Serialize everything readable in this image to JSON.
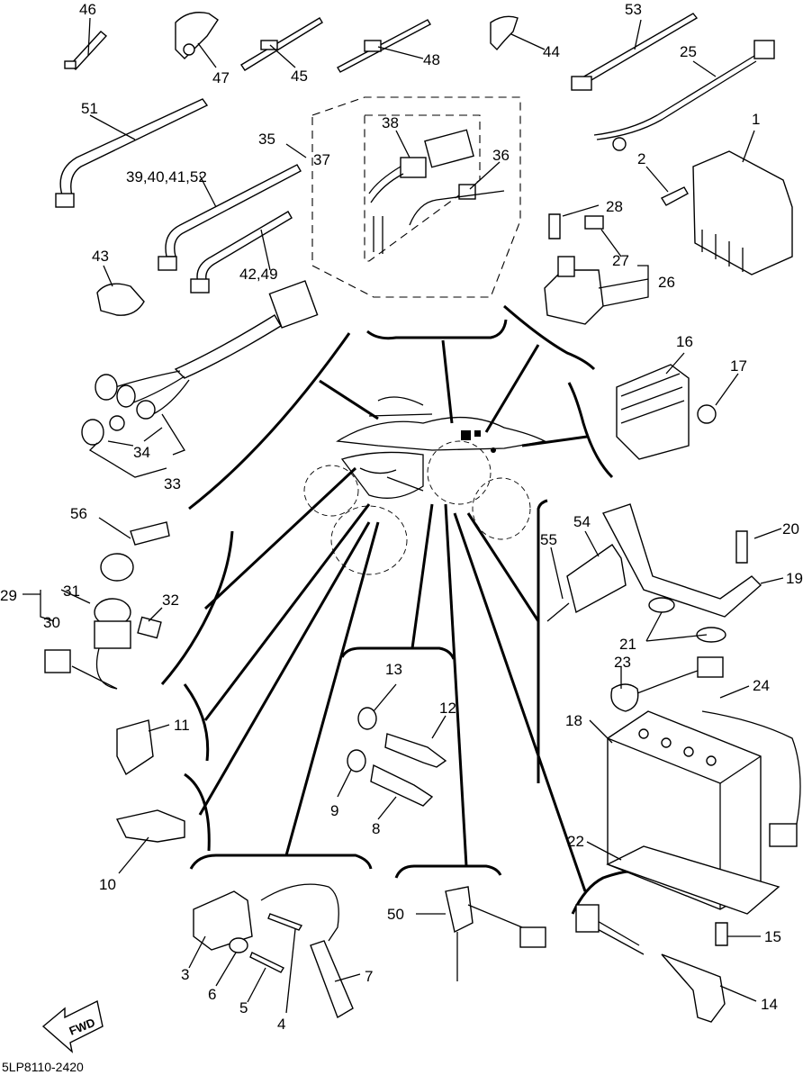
{
  "labels": {
    "p1": "1",
    "p2": "2",
    "p3": "3",
    "p4": "4",
    "p5": "5",
    "p6": "6",
    "p7": "7",
    "p8": "8",
    "p9": "9",
    "p10": "10",
    "p11": "11",
    "p12": "12",
    "p13": "13",
    "p14": "14",
    "p15": "15",
    "p16": "16",
    "p17": "17",
    "p18": "18",
    "p19": "19",
    "p20": "20",
    "p21": "21",
    "p22": "22",
    "p23": "23",
    "p24": "24",
    "p25": "25",
    "p26": "26",
    "p27": "27",
    "p28": "28",
    "p29": "29",
    "p30": "30",
    "p31": "31",
    "p32": "32",
    "p33": "33",
    "p34": "34",
    "p35": "35",
    "p36": "36",
    "p37": "37",
    "p38": "38",
    "p39_40_41_52": "39,40,41,52",
    "p42_49": "42,49",
    "p43": "43",
    "p44": "44",
    "p45": "45",
    "p46": "46",
    "p47": "47",
    "p48": "48",
    "p50": "50",
    "p51": "51",
    "p53": "53",
    "p54": "54",
    "p55": "55",
    "p56": "56"
  },
  "fwd_arrow_text": "FWD",
  "diagram_code": "5LP8110-2420"
}
